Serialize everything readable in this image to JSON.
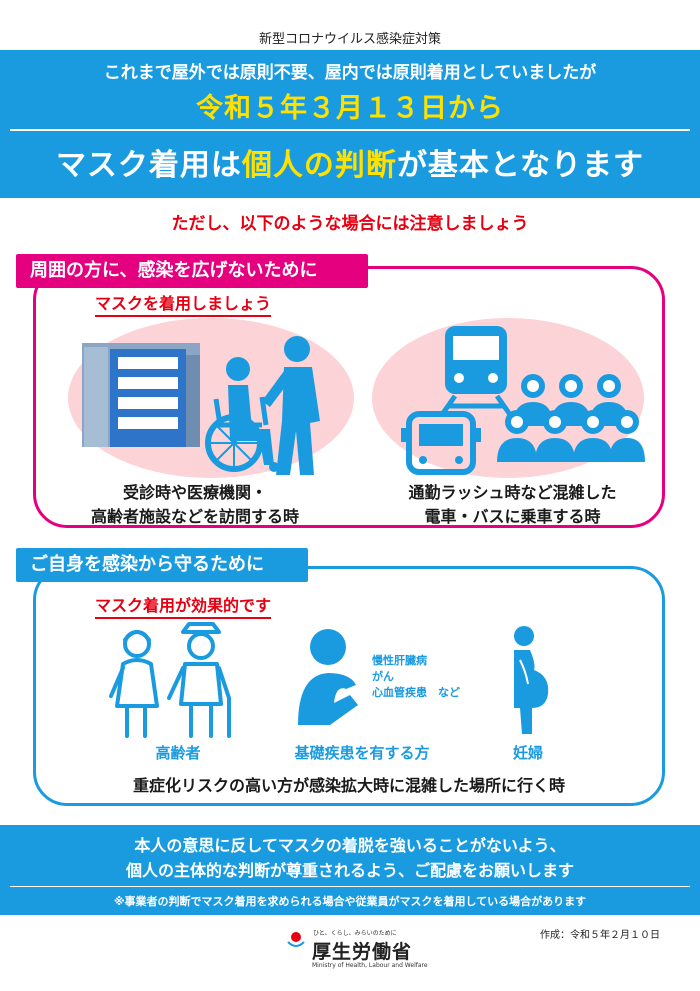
{
  "header": {
    "label": "新型コロナウイルス感染症対策",
    "line1": "これまで屋外では原則不要、屋内では原則着用としていましたが",
    "date": "令和５年３月１３日から",
    "main_prefix": "マスク着用は",
    "main_highlight": "個人の判断",
    "main_suffix": "が基本となります"
  },
  "caution": "ただし、以下のような場合には注意しましょう",
  "section1": {
    "tab": "周囲の方に、感染を広げないために",
    "subtitle": "マスクを着用しましょう",
    "caption1_l1": "受診時や医療機関・",
    "caption1_l2": "高齢者施設などを訪問する時",
    "caption2_l1": "通勤ラッシュ時など混雑した",
    "caption2_l2": "電車・バスに乗車する時"
  },
  "section2": {
    "tab": "ご自身を感染から守るために",
    "subtitle": "マスク着用が効果的です",
    "elderly": "高齢者",
    "disease": "基礎疾患を有する方",
    "pregnant": "妊婦",
    "disease_list": [
      "慢性肝臓病",
      "がん",
      "心血管疾患　など"
    ],
    "bottom": "重症化リスクの高い方が感染拡大時に混雑した場所に行く時"
  },
  "footer": {
    "line1": "本人の意思に反してマスクの着脱を強いることがないよう、",
    "line2": "個人の主体的な判断が尊重されるよう、ご配慮をお願いします",
    "note": "※事業者の判断でマスク着用を求められる場合や従業員がマスクを着用している場合があります"
  },
  "created": "作成：令和５年２月１０日",
  "ministry": {
    "tagline": "ひと、くらし、みらいのために",
    "name_ja": "厚生労働省",
    "name_en": "Ministry of Health, Labour and Welfare"
  },
  "colors": {
    "blue": "#1a9be0",
    "magenta": "#e4007f",
    "yellow": "#ffe100",
    "red": "#e60012",
    "pink_bg": "#fcd3d6"
  }
}
